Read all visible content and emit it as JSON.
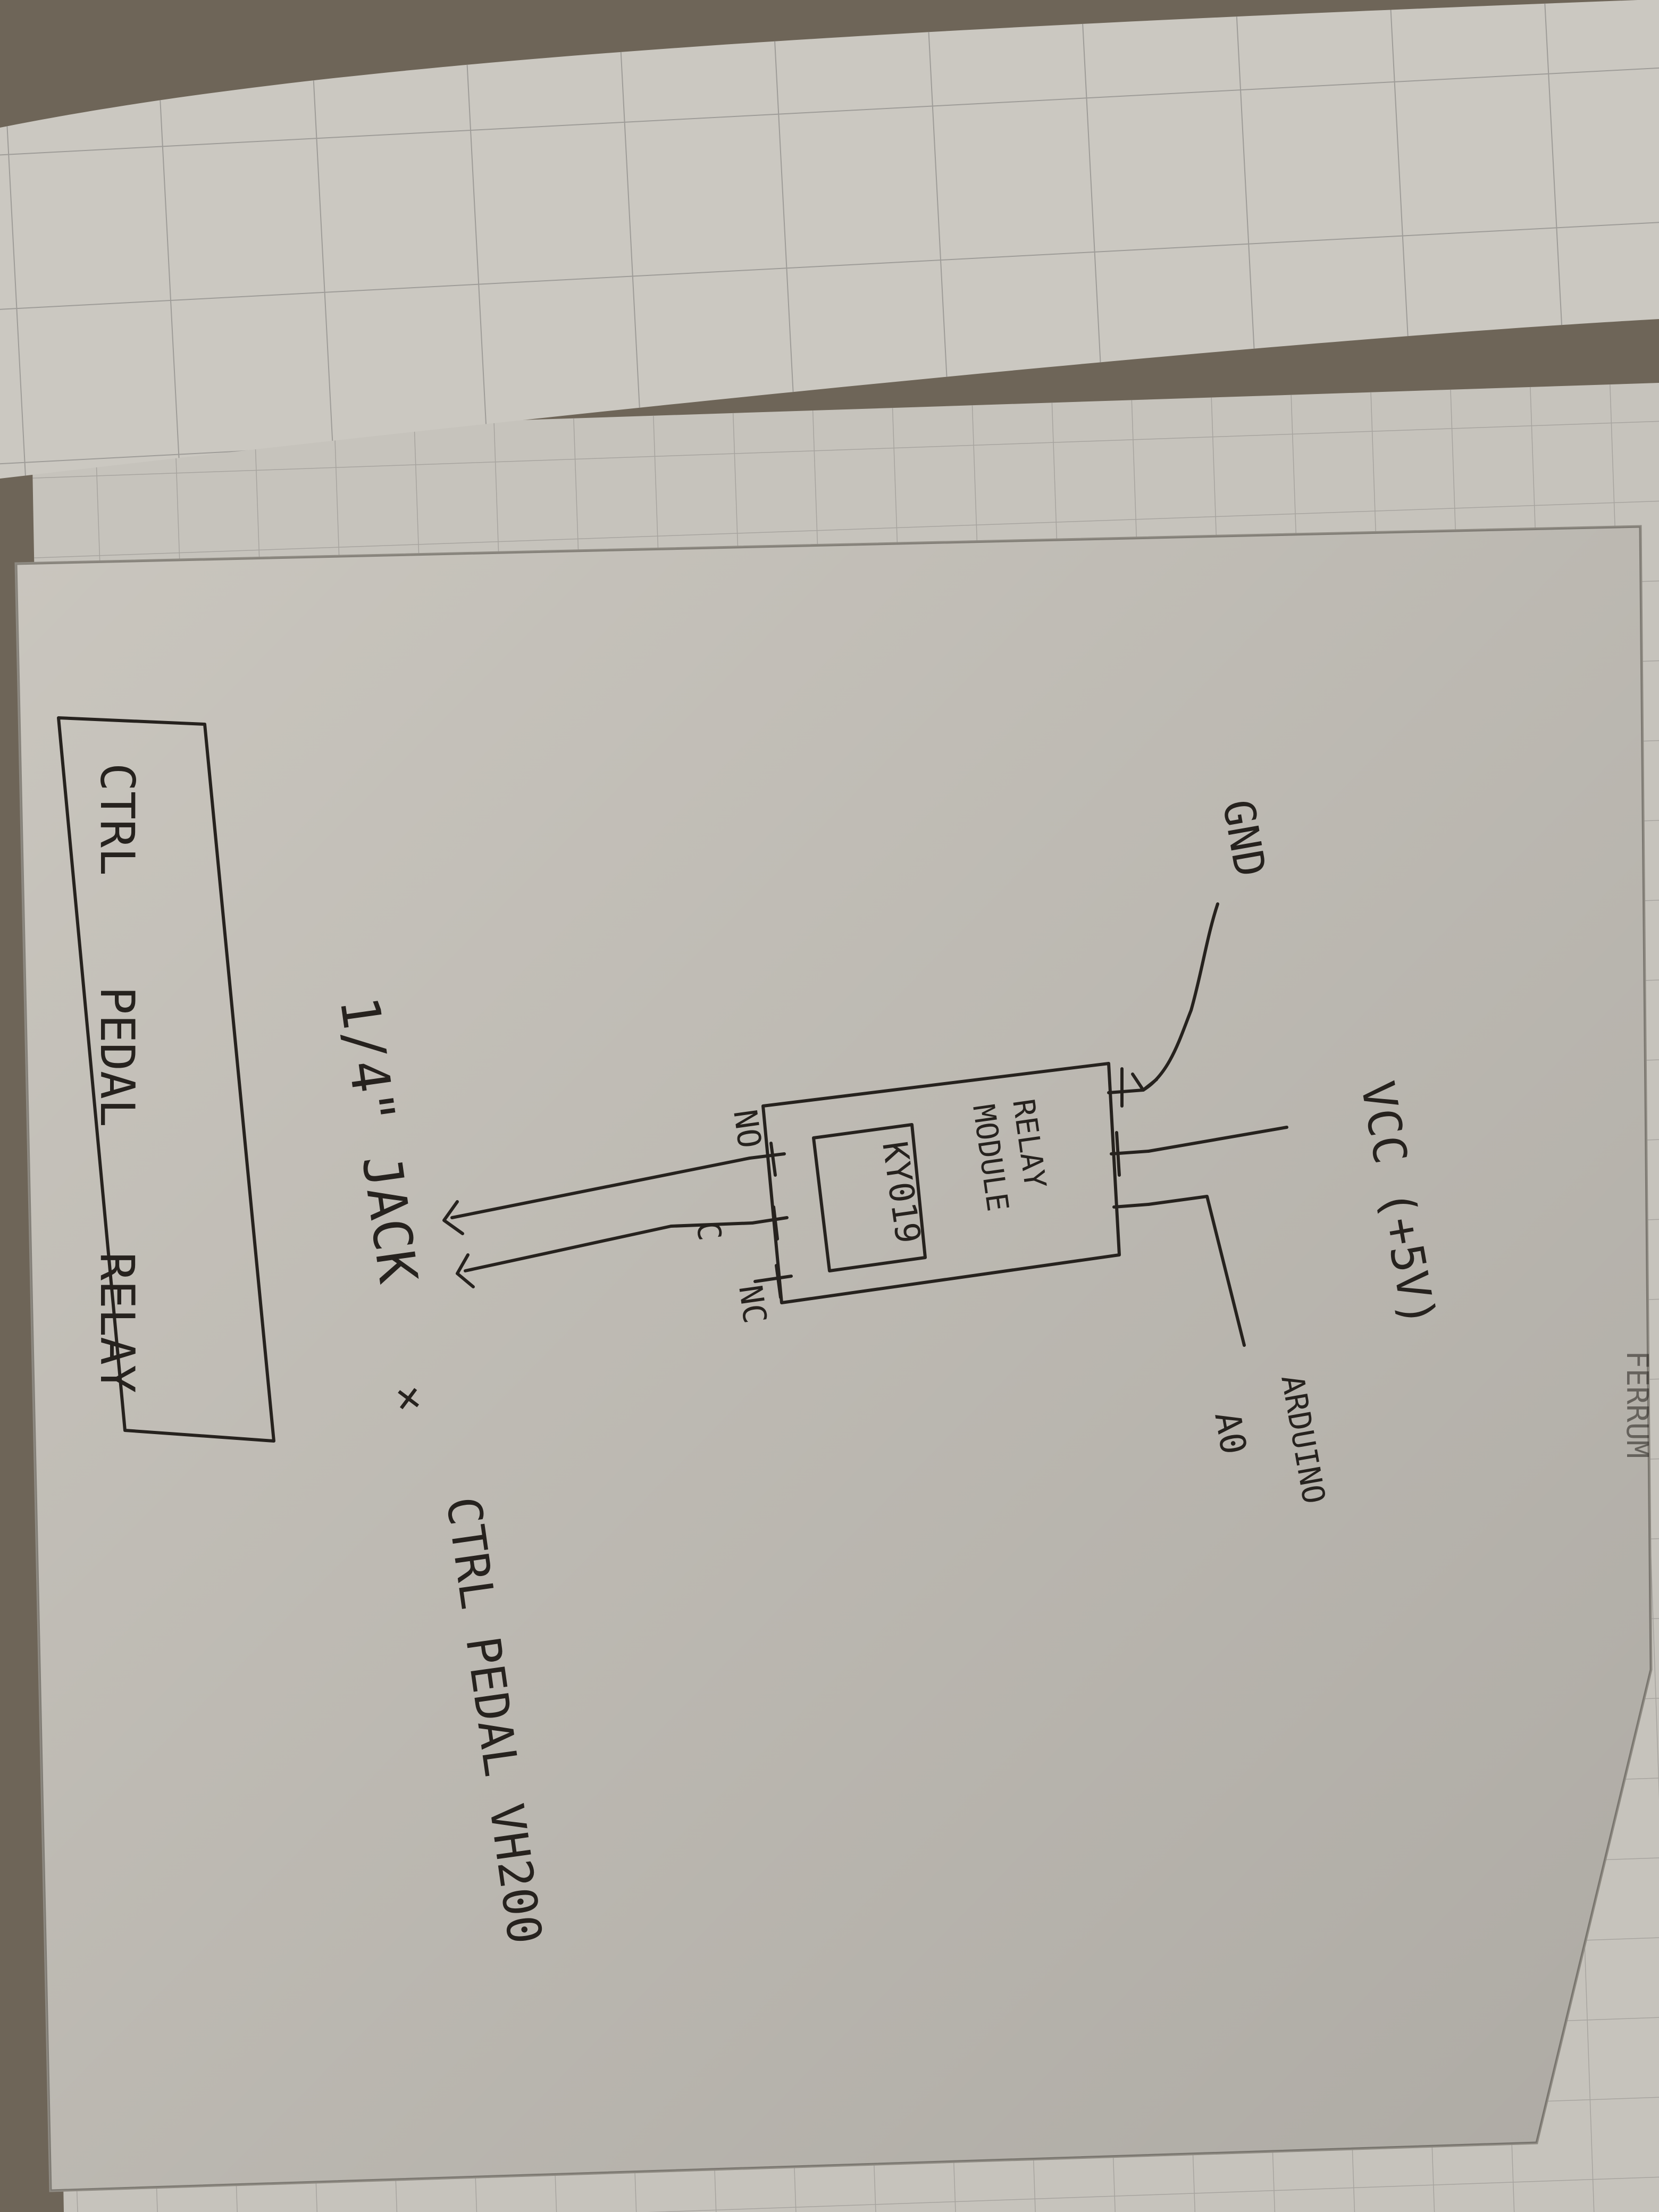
{
  "photo": {
    "colors": {
      "background": "#6e6558",
      "grid_paper": "#cbc8c1",
      "grid_lines": "#9e9c98",
      "sketch_sheet": "#d4d0c8",
      "ink": "#26221e"
    },
    "sketch": {
      "title_box": {
        "words": [
          "CTRL",
          "PEDAL",
          "RELAY"
        ]
      },
      "labels": {
        "gnd": "GND",
        "vcc": "VCC (+5V)",
        "arduino": "ARDUINO",
        "arduino_pin": "A0",
        "relay_title": "RELAY",
        "relay_subtitle": "MODULE",
        "relay_part": "KY019",
        "no": "NO",
        "c": "C",
        "nc": "NC",
        "jack": "1/4\" JACK",
        "cross": "×",
        "target": "CTRL PEDAL VH200"
      }
    },
    "edge_scribble": "FERRUM"
  }
}
